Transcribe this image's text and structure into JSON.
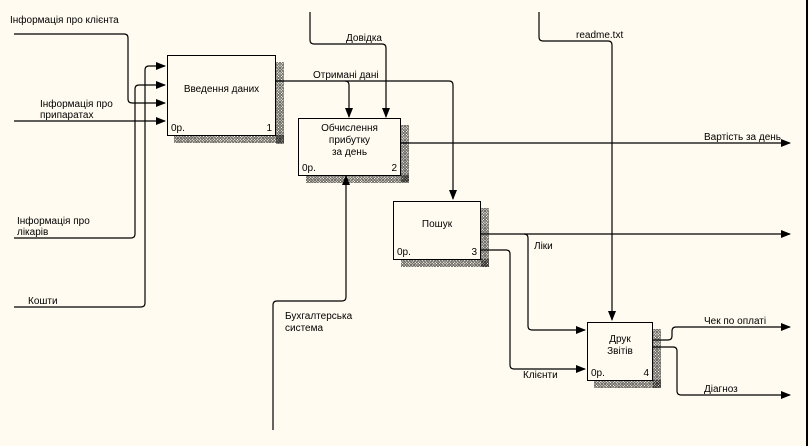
{
  "diagram": {
    "type": "IDEF0",
    "activities": [
      {
        "id": "1",
        "title": "Введення даних",
        "cost": "0р.",
        "number": "1"
      },
      {
        "id": "2",
        "title_lines": [
          "Обчислення",
          "прибутку",
          "за день"
        ],
        "cost": "0р.",
        "number": "2"
      },
      {
        "id": "3",
        "title": "Пошук",
        "cost": "0р.",
        "number": "3"
      },
      {
        "id": "4",
        "title_lines": [
          "Друк",
          "Звітів"
        ],
        "cost": "0р.",
        "number": "4"
      }
    ],
    "arrows": {
      "client_info": "Інформація про клієнта",
      "drug_info_1": "Інформація про",
      "drug_info_2": "припаратах",
      "doctor_info_1": "Інформація про",
      "doctor_info_2": "лікарів",
      "money": "Кошти",
      "reference": "Довідка",
      "received_data": "Отримані дані",
      "readme": "readme.txt",
      "daily_cost": "Вартість за день",
      "accounting_1": "Бухгалтерська",
      "accounting_2": "система",
      "medicines": "Ліки",
      "clients": "Клієнти",
      "payment_receipt": "Чек по оплаті",
      "diagnosis": "Діагноз"
    }
  }
}
